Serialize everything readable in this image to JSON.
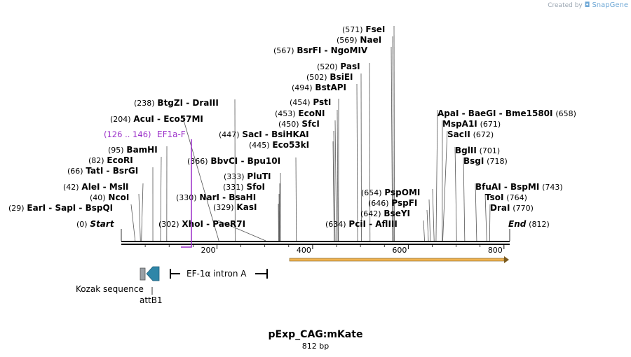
{
  "app": {
    "credit": "Created by",
    "brand": "SnapGene"
  },
  "plasmid": {
    "name": "pExp_CAG:mKate",
    "length_label": "812 bp",
    "length": 812
  },
  "colors": {
    "primer": "#9b2fc9",
    "feature_fill": "#f0b350",
    "feature_stroke": "#7a5a1e",
    "kozak": "#9aa0a6",
    "attb1": "#2e86a8"
  },
  "ruler": {
    "ticks": [
      200,
      400,
      600,
      800
    ]
  },
  "sites": [
    {
      "id": "start",
      "pos": "(0)",
      "names": [
        "Start"
      ],
      "bp": 0,
      "italic": true
    },
    {
      "id": "end",
      "pos": "(812)",
      "names": [
        "End"
      ],
      "bp": 812,
      "italic": true,
      "label_first": true
    },
    {
      "id": "ears",
      "pos": "(29)",
      "names": [
        "EarI",
        "SapI",
        "BspQI"
      ],
      "bp": 29
    },
    {
      "id": "alei",
      "pos": "(42)",
      "names": [
        "AleI",
        "MslI"
      ],
      "bp": 42
    },
    {
      "id": "ncoi",
      "pos": "(40)",
      "names": [
        "NcoI"
      ],
      "bp": 40
    },
    {
      "id": "tati",
      "pos": "(66)",
      "names": [
        "TatI",
        "BsrGI"
      ],
      "bp": 66
    },
    {
      "id": "ecori",
      "pos": "(82)",
      "names": [
        "EcoRI"
      ],
      "bp": 82
    },
    {
      "id": "bamhi",
      "pos": "(95)",
      "names": [
        "BamHI"
      ],
      "bp": 95
    },
    {
      "id": "acui",
      "pos": "(204)",
      "names": [
        "AcuI",
        "Eco57MI"
      ],
      "bp": 204
    },
    {
      "id": "btgzi",
      "pos": "(238)",
      "names": [
        "BtgZI",
        "DraIII"
      ],
      "bp": 238
    },
    {
      "id": "xhoi",
      "pos": "(302)",
      "names": [
        "XhoI",
        "PaeR7I"
      ],
      "bp": 302
    },
    {
      "id": "nari",
      "pos": "(330)",
      "names": [
        "NarI",
        "BsaHI"
      ],
      "bp": 330
    },
    {
      "id": "kasi",
      "pos": "(329)",
      "names": [
        "KasI"
      ],
      "bp": 329
    },
    {
      "id": "sfoi",
      "pos": "(331)",
      "names": [
        "SfoI"
      ],
      "bp": 331
    },
    {
      "id": "pluti",
      "pos": "(333)",
      "names": [
        "PluTI"
      ],
      "bp": 333
    },
    {
      "id": "bbvci",
      "pos": "(366)",
      "names": [
        "BbvCI",
        "Bpu10I"
      ],
      "bp": 366
    },
    {
      "id": "eco53ki",
      "pos": "(445)",
      "names": [
        "Eco53kI"
      ],
      "bp": 445
    },
    {
      "id": "saci",
      "pos": "(447)",
      "names": [
        "SacI",
        "BsiHKAI"
      ],
      "bp": 447
    },
    {
      "id": "sfci",
      "pos": "(450)",
      "names": [
        "SfcI"
      ],
      "bp": 450
    },
    {
      "id": "econi",
      "pos": "(453)",
      "names": [
        "EcoNI"
      ],
      "bp": 453
    },
    {
      "id": "psti",
      "pos": "(454)",
      "names": [
        "PstI"
      ],
      "bp": 454
    },
    {
      "id": "bstapi",
      "pos": "(494)",
      "names": [
        "BstAPI"
      ],
      "bp": 494
    },
    {
      "id": "bsiei",
      "pos": "(502)",
      "names": [
        "BsiEI"
      ],
      "bp": 502
    },
    {
      "id": "pasi",
      "pos": "(520)",
      "names": [
        "PasI"
      ],
      "bp": 520
    },
    {
      "id": "bsrfi",
      "pos": "(567)",
      "names": [
        "BsrFI",
        "NgoMIV"
      ],
      "bp": 567
    },
    {
      "id": "naei",
      "pos": "(569)",
      "names": [
        "NaeI"
      ],
      "bp": 569
    },
    {
      "id": "fsei",
      "pos": "(571)",
      "names": [
        "FseI"
      ],
      "bp": 571
    },
    {
      "id": "pcii",
      "pos": "(634)",
      "names": [
        "PciI",
        "AflIII"
      ],
      "bp": 634
    },
    {
      "id": "bseyi",
      "pos": "(642)",
      "names": [
        "BseYI"
      ],
      "bp": 642
    },
    {
      "id": "pspfi",
      "pos": "(646)",
      "names": [
        "PspFI"
      ],
      "bp": 646
    },
    {
      "id": "pspomi",
      "pos": "(654)",
      "names": [
        "PspOMI"
      ],
      "bp": 654
    },
    {
      "id": "apai",
      "pos": "(658)",
      "names": [
        "ApaI",
        "BaeGI",
        "Bme1580I"
      ],
      "bp": 658,
      "label_first": true
    },
    {
      "id": "mspa1i",
      "pos": "(671)",
      "names": [
        "MspA1I"
      ],
      "bp": 671,
      "label_first": true
    },
    {
      "id": "sacii",
      "pos": "(672)",
      "names": [
        "SacII"
      ],
      "bp": 672,
      "label_first": true
    },
    {
      "id": "bglii",
      "pos": "(701)",
      "names": [
        "BglII"
      ],
      "bp": 701,
      "label_first": true
    },
    {
      "id": "bsgi",
      "pos": "(718)",
      "names": [
        "BsgI"
      ],
      "bp": 718,
      "label_first": true
    },
    {
      "id": "bfuai",
      "pos": "(743)",
      "names": [
        "BfuAI",
        "BspMI"
      ],
      "bp": 743,
      "label_first": true
    },
    {
      "id": "tsoi",
      "pos": "(764)",
      "names": [
        "TsoI"
      ],
      "bp": 764,
      "label_first": true
    },
    {
      "id": "drai",
      "pos": "(770)",
      "names": [
        "DraI"
      ],
      "bp": 770,
      "label_first": true
    }
  ],
  "primer": {
    "pos": "(126 .. 146)",
    "name": "EF1a-F"
  },
  "features": {
    "kozak": "Kozak sequence",
    "attb1": "attB1",
    "intron": "EF-1α intron A"
  }
}
